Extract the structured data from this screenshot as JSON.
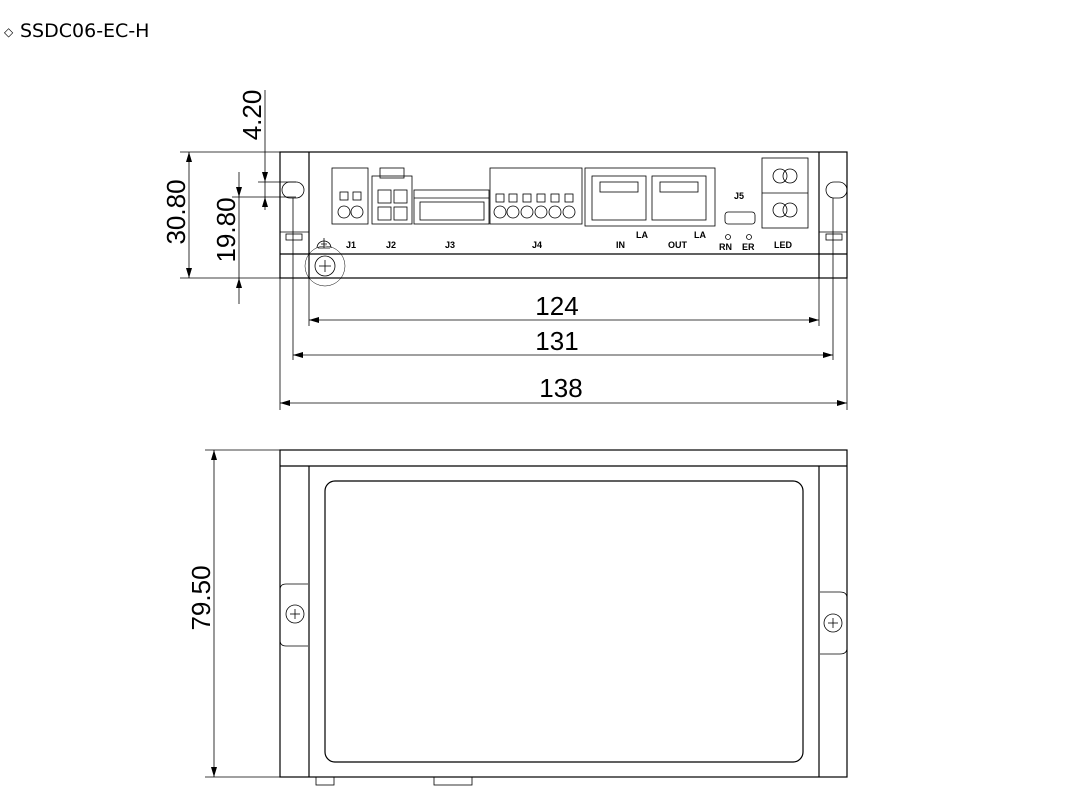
{
  "title": {
    "bullet": "◇",
    "text": "SSDC06-EC-H"
  },
  "front_view": {
    "dim_total_width": "138",
    "dim_mount_width": "131",
    "dim_inner_width": "124",
    "dim_total_height": "30.80",
    "dim_slot_height": "19.80",
    "dim_slot_offset": "4.20",
    "labels": {
      "j1": "J1",
      "j2": "J2",
      "j3": "J3",
      "j4": "J4",
      "j5": "J5",
      "in": "IN",
      "out": "OUT",
      "la_in": "LA",
      "la_out": "LA",
      "rn": "RN",
      "er": "ER",
      "led": "LED"
    }
  },
  "top_view": {
    "dim_depth": "79.50"
  },
  "icons": [
    "ground-icon",
    "screw-icon"
  ]
}
